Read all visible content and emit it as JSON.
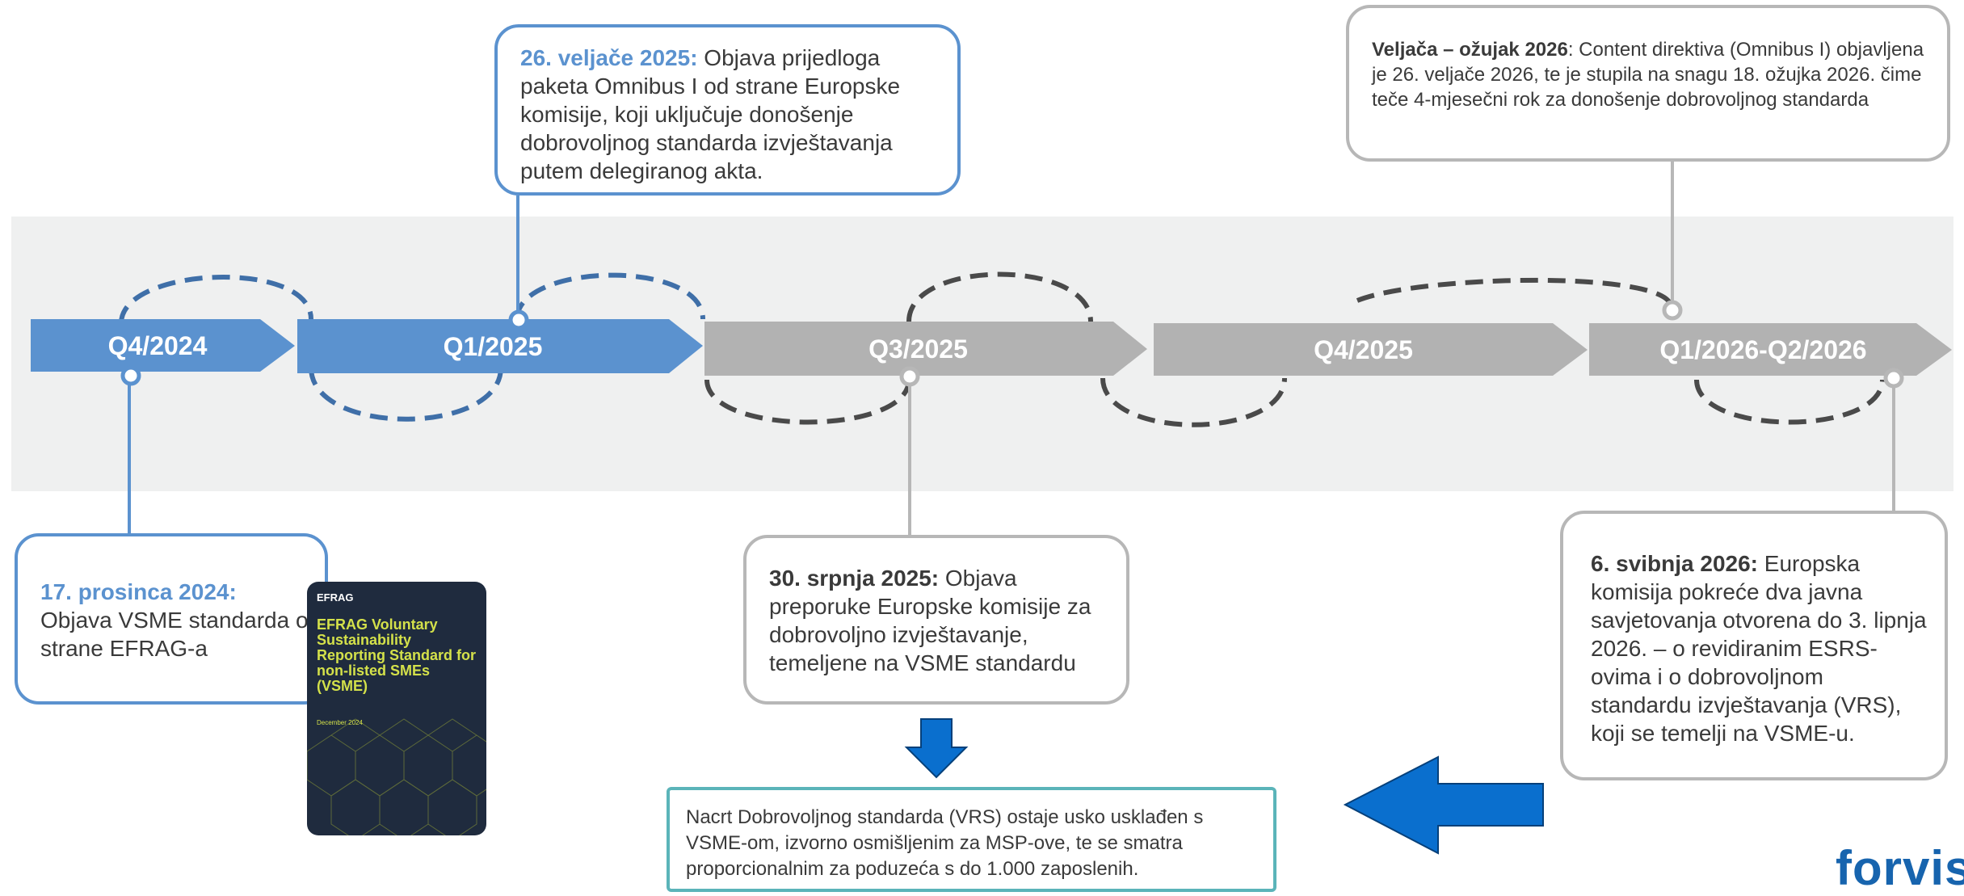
{
  "colors": {
    "blue": "#5b92cf",
    "gray": "#b7b7b7",
    "band": "#eff0f0",
    "accent_arrow": "#0a6fce",
    "teal": "#5bb4b9",
    "brand": "#1764ae"
  },
  "timeline": {
    "q4_2024": "Q4/2024",
    "q1_2025": "Q1/2025",
    "q3_2025": "Q3/2025",
    "q4_2025": "Q4/2025",
    "q1_2026": "Q1/2026-Q2/2026"
  },
  "callouts": {
    "dec2024": {
      "date": "17. prosinca 2024:",
      "text": "Objava VSME standarda od strane EFRAG-a"
    },
    "feb2025": {
      "date": "26. veljače 2025:",
      "text": " Objava prijedloga paketa Omnibus I od strane Europske komisije, koji uključuje donošenje dobrovoljnog standarda izvještavanja putem delegiranog akta."
    },
    "jul2025": {
      "date": "30. srpnja 2025:",
      "text": " Objava preporuke Europske komisije za dobrovoljno izvještavanje, temeljene na VSME standardu"
    },
    "feb2026": {
      "date": "Veljača – ožujak 2026",
      "text": ": Content direktiva (Omnibus I) objavljena je 26. veljače 2026, te je stupila na snagu 18. ožujka 2026. čime teče 4-mjesečni rok za donošenje dobrovoljnog standarda"
    },
    "may2026": {
      "date": "6. svibnja 2026:",
      "text": " Europska komisija pokreće dva javna savjetovanja otvorena do 3. lipnja 2026. – o revidiranim ESRS-ovima i o dobrovoljnom standardu izvještavanja (VRS), koji se temelji na VSME-u."
    }
  },
  "note": "Nacrt Dobrovoljnog standarda (VRS) ostaje usko usklađen s VSME-om, izvorno osmišljenim za MSP-ove, te se smatra proporcionalnim za poduzeća s do 1.000 zaposlenih.",
  "cover": {
    "logo": "EFRAG",
    "title": "EFRAG Voluntary Sustainability Reporting Standard for non-listed SMEs (VSME)",
    "date": "December 2024"
  },
  "brand": "forvis"
}
